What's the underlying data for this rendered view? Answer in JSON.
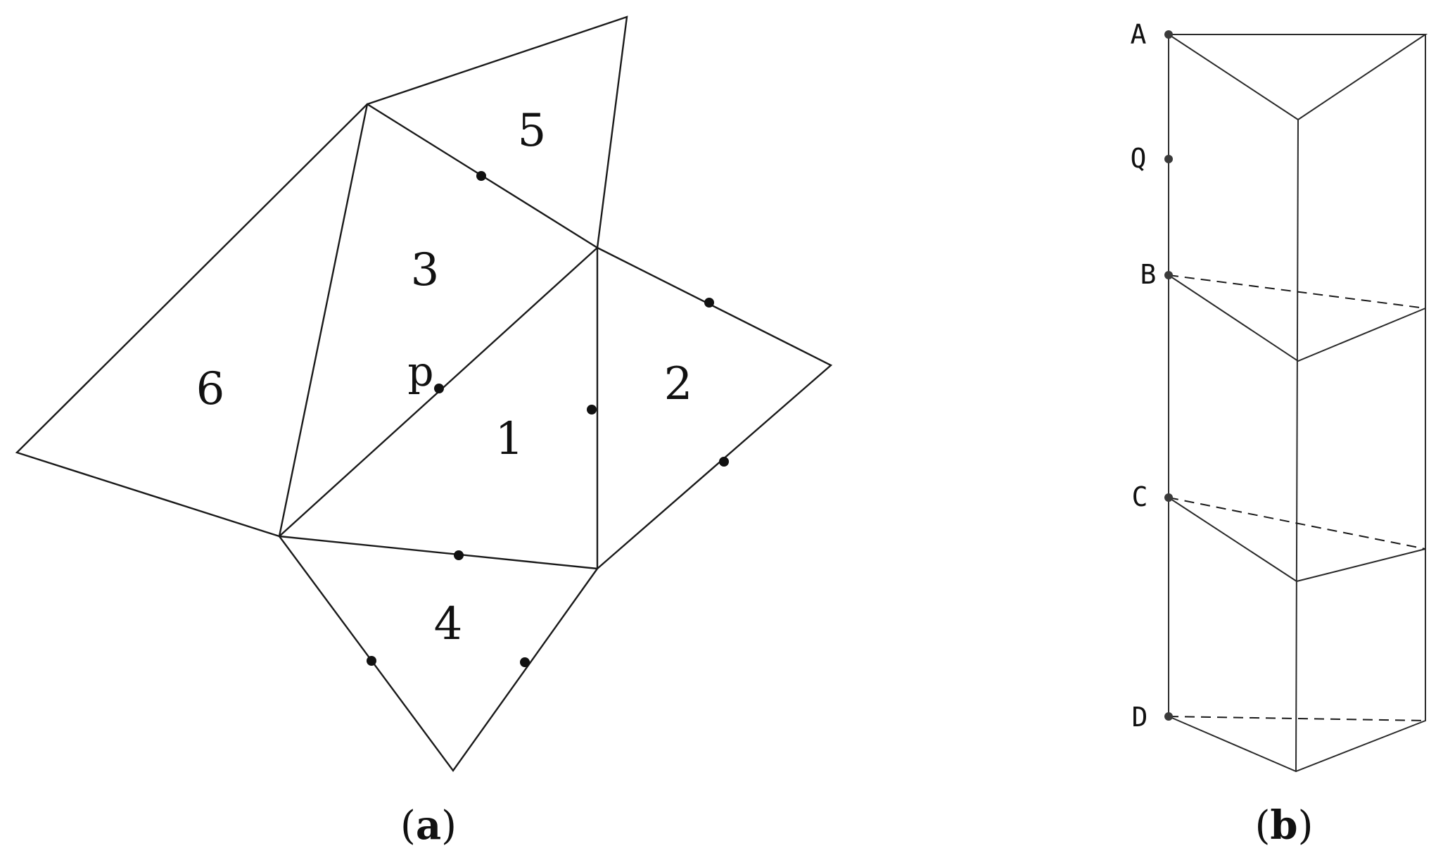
{
  "figure_a": {
    "faces": [
      "1",
      "2",
      "3",
      "4",
      "5",
      "6"
    ],
    "point_label": "p",
    "caption_open": "(",
    "caption_letter": "a",
    "caption_close": ")"
  },
  "figure_b": {
    "vertices": [
      "A",
      "Q",
      "B",
      "C",
      "D"
    ],
    "caption_open": "(",
    "caption_letter": "b",
    "caption_close": ")"
  }
}
